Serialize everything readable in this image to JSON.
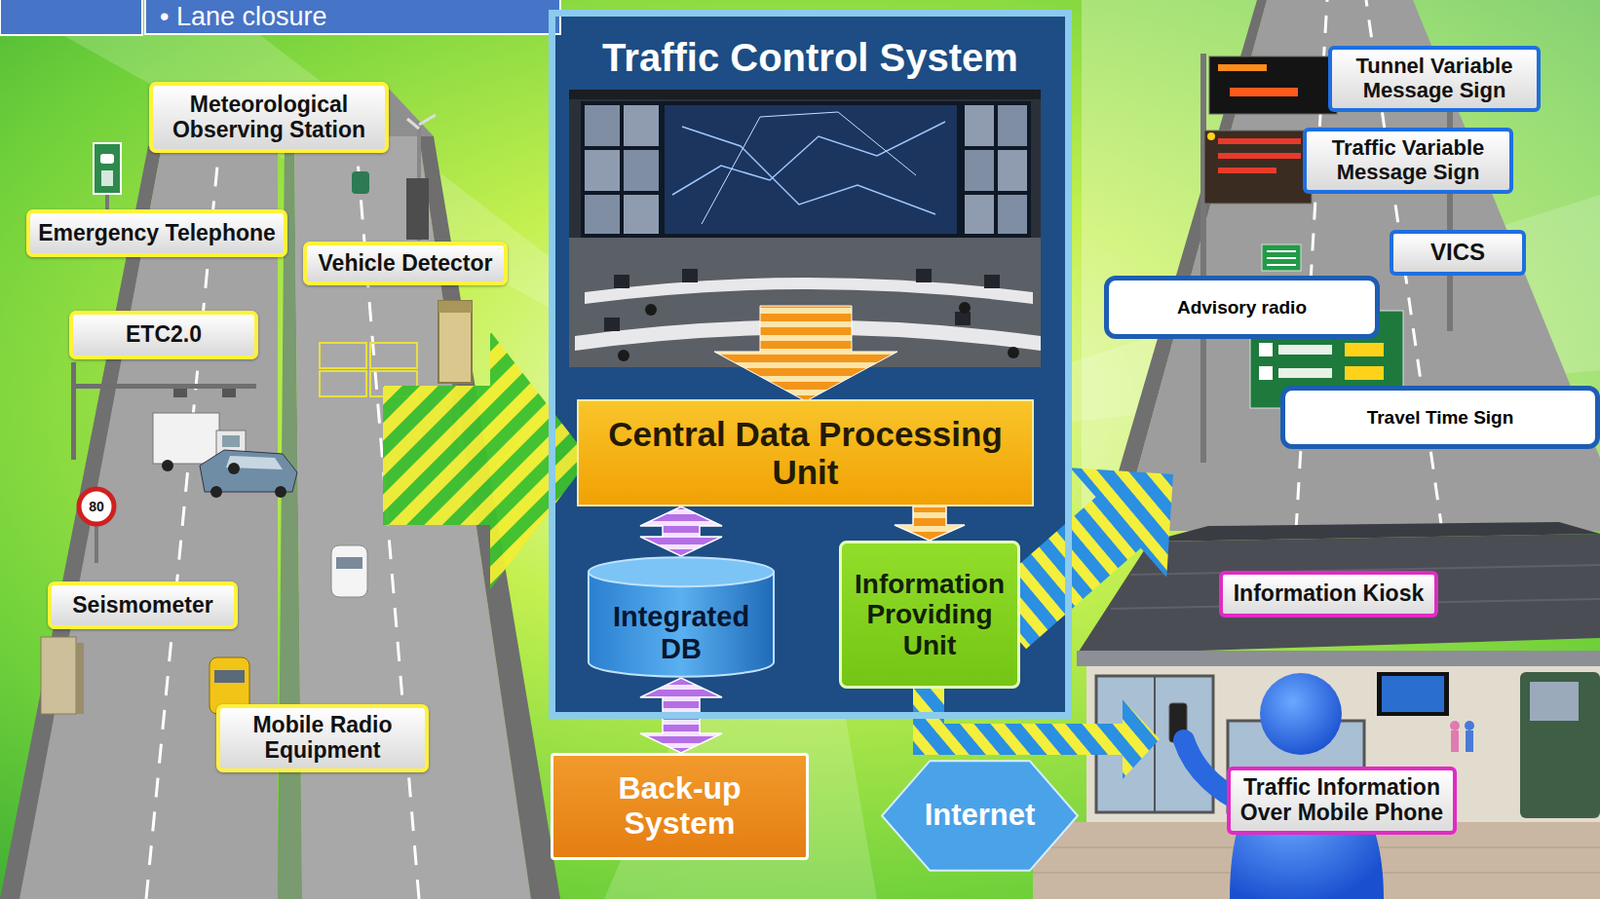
{
  "diagram": {
    "nodes": [
      {
        "text": [
          "• Lane closure"
        ]
      },
      {
        "text": [
          "Meteorological Observing Station"
        ]
      },
      {
        "text": [
          "Emergency Telephone"
        ]
      },
      {
        "text": [
          "Vehicle Detector"
        ]
      },
      {
        "text": [
          "ETC2.0"
        ]
      },
      {
        "text": [
          "Seismometer"
        ]
      },
      {
        "text": [
          "Mobile Radio Equipment"
        ]
      },
      {
        "text": [
          "Traffic Control System"
        ]
      },
      {
        "text": [
          "Central Data Processing Unit"
        ],
        "in": 7
      },
      {
        "text": [
          "Integrated DB"
        ],
        "in": 7
      },
      {
        "text": [
          "Information Providing Unit"
        ],
        "in": 7
      },
      {
        "text": [
          "Back-up System"
        ]
      },
      {
        "text": [
          "Internet"
        ]
      },
      {
        "text": [
          "Tunnel Variable Message Sign"
        ]
      },
      {
        "text": [
          "Traffic Variable Message Sign"
        ]
      },
      {
        "text": [
          "VICS"
        ]
      },
      {
        "text": [
          "Advisory radio"
        ]
      },
      {
        "text": [
          "Travel Time Sign"
        ]
      },
      {
        "text": [
          "Information Kiosk"
        ]
      },
      {
        "text": [
          "Traffic Information Over Mobile Phone"
        ]
      }
    ],
    "edges": [
      {
        "from": 8,
        "to": 9,
        "arrow": "both"
      },
      {
        "from": 9,
        "to": 11,
        "arrow": "both"
      },
      {
        "from": 8,
        "to": 10,
        "arrow": "to"
      }
    ],
    "labels": [
      "80"
    ]
  }
}
